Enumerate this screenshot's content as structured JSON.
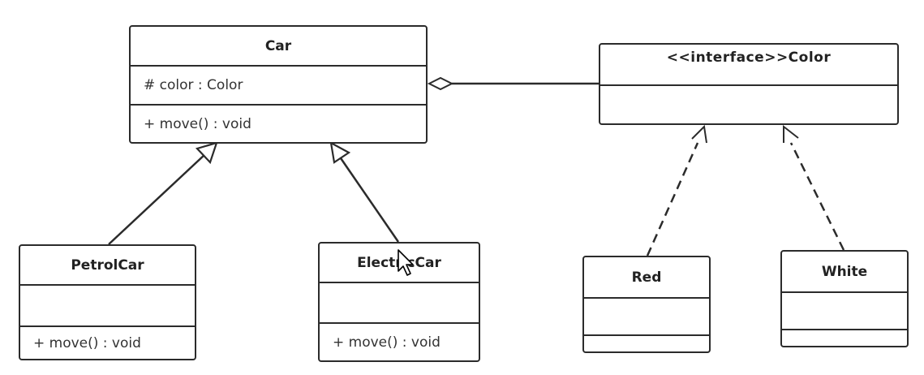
{
  "diagram": {
    "classes": {
      "car": {
        "name": "Car",
        "attributes": [
          "# color : Color"
        ],
        "operations": [
          "+ move() : void"
        ]
      },
      "color": {
        "name": "<<interface>>Color",
        "attributes": [],
        "operations": []
      },
      "petrol_car": {
        "name": "PetrolCar",
        "attributes": [],
        "operations": [
          "+ move() : void"
        ]
      },
      "electric_car": {
        "name": "ElectricCar",
        "attributes": [],
        "operations": [
          "+ move() : void"
        ]
      },
      "red": {
        "name": "Red",
        "attributes": [],
        "operations": []
      },
      "white": {
        "name": "White",
        "attributes": [],
        "operations": []
      }
    },
    "relations": [
      {
        "type": "generalization",
        "from": "PetrolCar",
        "to": "Car"
      },
      {
        "type": "generalization",
        "from": "ElectricCar",
        "to": "Car"
      },
      {
        "type": "aggregation",
        "whole": "Car",
        "part": "Color"
      },
      {
        "type": "realization",
        "from": "Red",
        "to": "Color"
      },
      {
        "type": "realization",
        "from": "White",
        "to": "Color"
      }
    ]
  },
  "colors": {
    "line": "#2b2b2b",
    "background": "#ffffff"
  },
  "icons": {
    "pointer": "mouse-pointer-icon"
  }
}
